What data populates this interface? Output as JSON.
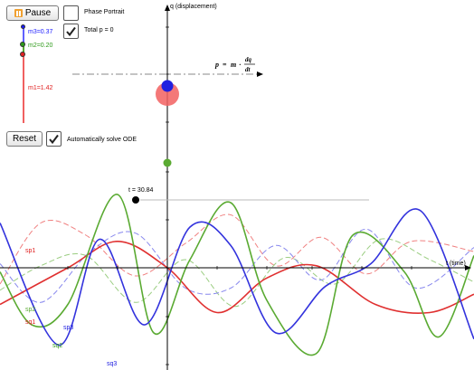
{
  "controls": {
    "pause_label": "Pause",
    "reset_label": "Reset",
    "phase_portrait_label": "Phase Portrait",
    "phase_portrait_checked": false,
    "total_p_label": "Total p = 0",
    "total_p_checked": true,
    "auto_solve_label": "Automatically solve ODE",
    "auto_solve_checked": true
  },
  "masses": {
    "m3": {
      "label": "m3=0.37",
      "value": 0.37,
      "color": "#1a1aff"
    },
    "m2": {
      "label": "m2=0.20",
      "value": 0.2,
      "color": "#2e9a1a"
    },
    "m1": {
      "label": "m1=1.42",
      "value": 1.42,
      "color": "#e02020"
    }
  },
  "plot": {
    "y_axis_label": "q (displacement)",
    "x_axis_label": "t (time)",
    "time_label": "t = 30.84",
    "formula": {
      "lhs": "p",
      "equals": "=",
      "m": "m",
      "dot": "·",
      "num": "dq",
      "den": "dt"
    },
    "series_labels": {
      "sp1": "sp1",
      "sp2": "sp2",
      "sq1": "sq1",
      "sq2": "sq2",
      "sq3": "sq3",
      "sp3": "sp3"
    }
  },
  "colors": {
    "q1": "#e03030",
    "q2": "#5aaa32",
    "q3": "#3333dd",
    "p1": "#f08080",
    "p2": "#9acd80",
    "p3": "#8888ee",
    "axis": "#000000",
    "equilibrium": "#888888"
  },
  "chart_data": {
    "type": "line",
    "series": [
      {
        "name": "sq1",
        "style": "solid",
        "color": "#e03030",
        "x": [
          -185,
          -110,
          -55,
          0,
          55,
          110,
          165,
          230,
          290,
          339
        ],
        "y": [
          -0.9,
          0,
          0.65,
          0,
          -1.1,
          -0.25,
          0.05,
          -0.9,
          -1.1,
          -0.65
        ]
      },
      {
        "name": "sq2",
        "style": "solid",
        "color": "#5aaa32",
        "x": [
          -185,
          -150,
          -110,
          -55,
          -15,
          25,
          70,
          110,
          165,
          205,
          262,
          300,
          339
        ],
        "y": [
          -0.1,
          -1.4,
          -0.9,
          1.8,
          -1.6,
          0.2,
          1.6,
          -0.8,
          -2.1,
          0.8,
          -0.1,
          -1.7,
          0.3
        ]
      },
      {
        "name": "sq3",
        "style": "solid",
        "color": "#3333dd",
        "x": [
          -185,
          -120,
          -75,
          -25,
          25,
          70,
          120,
          175,
          225,
          280,
          339
        ],
        "y": [
          1.1,
          -1.9,
          0.7,
          -1.4,
          1.0,
          0.55,
          -1.6,
          -0.45,
          0.1,
          1.4,
          -1.75
        ]
      },
      {
        "name": "sp1",
        "style": "dashed",
        "color": "#f08080",
        "x": [
          -185,
          -140,
          -90,
          -35,
          20,
          70,
          120,
          170,
          220,
          270,
          339
        ],
        "y": [
          -0.4,
          1.1,
          0.8,
          -0.2,
          0.6,
          1.3,
          0.05,
          0.75,
          -0.15,
          0.65,
          0.4
        ]
      },
      {
        "name": "sp2",
        "style": "dashed",
        "color": "#9acd80",
        "x": [
          -185,
          -140,
          -90,
          -35,
          20,
          75,
          130,
          185,
          235,
          290,
          339
        ],
        "y": [
          -0.55,
          0.05,
          0.3,
          -0.85,
          0.2,
          -0.95,
          0.25,
          -0.4,
          0.7,
          0.2,
          -0.35
        ]
      },
      {
        "name": "sp3",
        "style": "dashed",
        "color": "#8888ee",
        "x": [
          -185,
          -140,
          -85,
          -35,
          20,
          70,
          120,
          170,
          220,
          275,
          339
        ],
        "y": [
          0.1,
          -0.85,
          0.4,
          0.85,
          -0.5,
          -0.5,
          0.55,
          -0.3,
          0.95,
          -0.5,
          0.5
        ]
      }
    ]
  }
}
